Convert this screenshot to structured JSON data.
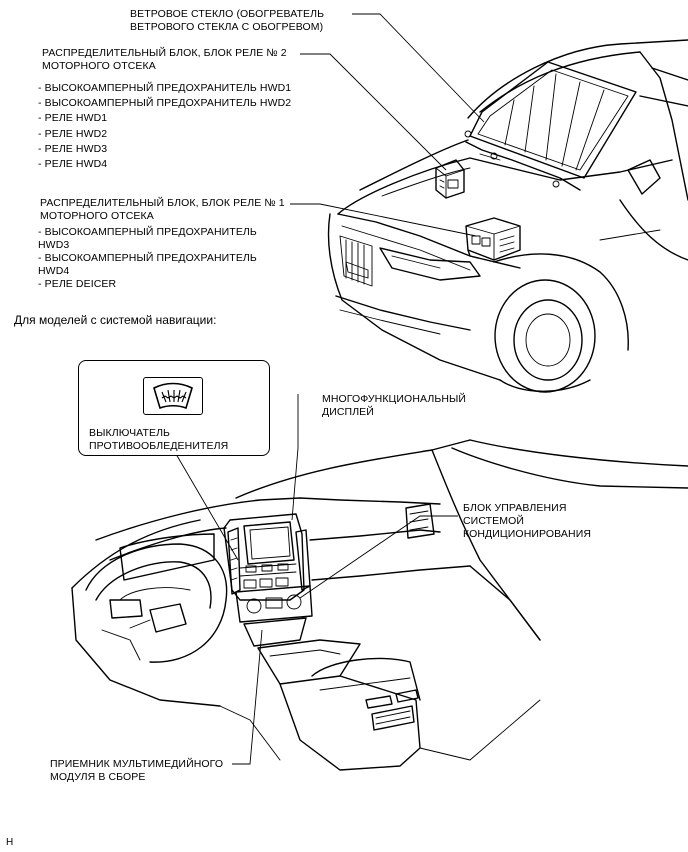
{
  "labels": {
    "windshield_l1": "ВЕТРОВОЕ СТЕКЛО (ОБОГРЕВАТЕЛЬ",
    "windshield_l2": "ВЕТРОВОГО СТЕКЛА С ОБОГРЕВОМ)",
    "block2_l1": "РАСПРЕДЕЛИТЕЛЬНЫЙ БЛОК, БЛОК РЕЛЕ № 2",
    "block2_l2": "МОТОРНОГО ОТСЕКА",
    "block2_items": [
      "- ВЫСОКОАМПЕРНЫЙ ПРЕДОХРАНИТЕЛЬ HWD1",
      "- ВЫСОКОАМПЕРНЫЙ ПРЕДОХРАНИТЕЛЬ HWD2",
      "- РЕЛЕ HWD1",
      "- РЕЛЕ HWD2",
      "- РЕЛЕ HWD3",
      "- РЕЛЕ HWD4"
    ],
    "block1_l1": "РАСПРЕДЕЛИТЕЛЬНЫЙ БЛОК, БЛОК РЕЛЕ № 1",
    "block1_l2": "МОТОРНОГО ОТСЕКА",
    "block1_items": [
      "- ВЫСОКОАМПЕРНЫЙ ПРЕДОХРАНИТЕЛЬ",
      "HWD3",
      "- ВЫСОКОАМПЕРНЫЙ ПРЕДОХРАНИТЕЛЬ",
      "HWD4",
      "- РЕЛЕ DEICER"
    ],
    "nav_title": "Для моделей с системой навигации:",
    "switch_l1": "ВЫКЛЮЧАТЕЛЬ",
    "switch_l2": "ПРОТИВООБЛЕДЕНИТЕЛЯ",
    "display_l1": "МНОГОФУНКЦИОНАЛЬНЫЙ",
    "display_l2": "ДИСПЛЕЙ",
    "ac_l1": "БЛОК УПРАВЛЕНИЯ",
    "ac_l2": "СИСТЕМОЙ",
    "ac_l3": "КОНДИЦИОНИРОВАНИЯ",
    "receiver_l1": "ПРИЕМНИК МУЛЬТИМЕДИЙНОГО",
    "receiver_l2": "МОДУЛЯ В СБОРЕ",
    "footer": "H"
  },
  "icons": {
    "deicer_switch": "windshield-deicer-icon"
  }
}
